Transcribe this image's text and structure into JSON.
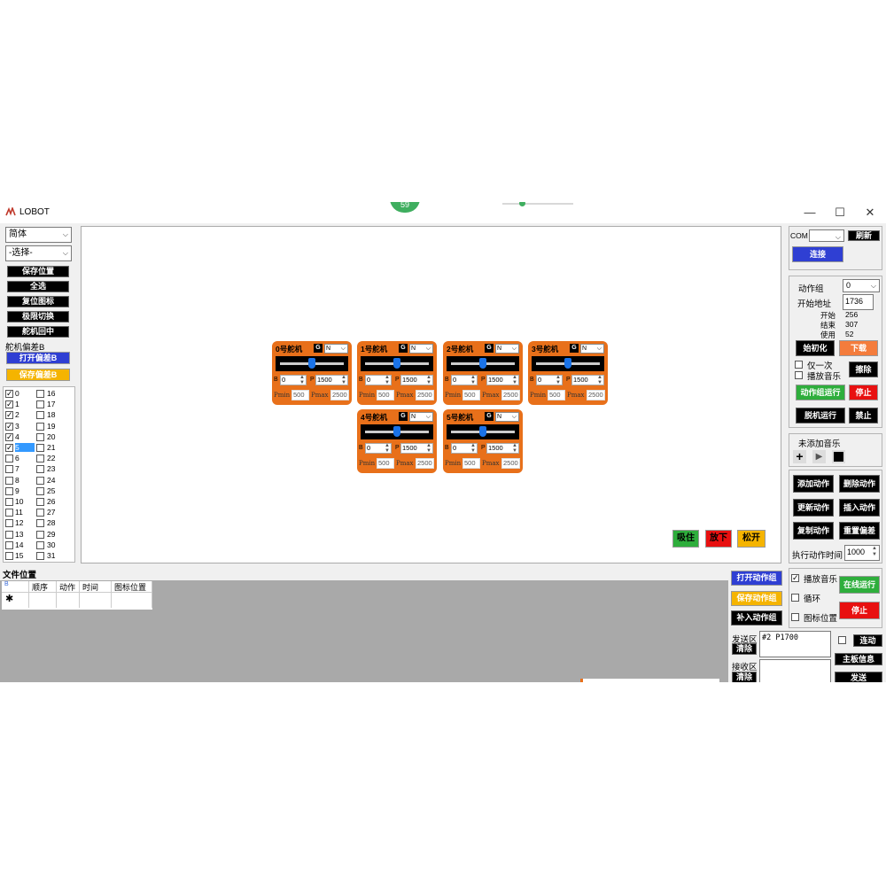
{
  "window": {
    "title": "LOBOT",
    "badge": "59",
    "minimize": "—",
    "maximize": "☐",
    "close": "✕"
  },
  "left": {
    "lang_select": "简体",
    "choose_select": "-选择-",
    "buttons": [
      "保存位置",
      "全选",
      "复位图标",
      "极限切换",
      "舵机回中"
    ],
    "offset_label": "舵机偏差B",
    "open_offset": "打开偏差B",
    "save_offset": "保存偏差B",
    "checklist_left": [
      {
        "n": "0",
        "checked": true
      },
      {
        "n": "1",
        "checked": true
      },
      {
        "n": "2",
        "checked": true
      },
      {
        "n": "3",
        "checked": true
      },
      {
        "n": "4",
        "checked": true
      },
      {
        "n": "5",
        "checked": true
      },
      {
        "n": "6",
        "checked": false
      },
      {
        "n": "7",
        "checked": false
      },
      {
        "n": "8",
        "checked": false
      },
      {
        "n": "9",
        "checked": false
      },
      {
        "n": "10",
        "checked": false
      },
      {
        "n": "11",
        "checked": false
      },
      {
        "n": "12",
        "checked": false
      },
      {
        "n": "13",
        "checked": false
      },
      {
        "n": "14",
        "checked": false
      },
      {
        "n": "15",
        "checked": false
      }
    ],
    "checklist_right": [
      "16",
      "17",
      "18",
      "19",
      "20",
      "21",
      "22",
      "23",
      "24",
      "25",
      "26",
      "27",
      "28",
      "29",
      "30",
      "31"
    ]
  },
  "servos": [
    {
      "name": "0号舵机",
      "g": "G",
      "mode": "N",
      "b": "0",
      "p": "1500",
      "pmin_label": "Pmin",
      "pmin": "500",
      "pmax_label": "Pmax",
      "pmax": "2500"
    },
    {
      "name": "1号舵机",
      "g": "G",
      "mode": "N",
      "b": "0",
      "p": "1500",
      "pmin_label": "Pmin",
      "pmin": "500",
      "pmax_label": "Pmax",
      "pmax": "2500"
    },
    {
      "name": "2号舵机",
      "g": "G",
      "mode": "N",
      "b": "0",
      "p": "1500",
      "pmin_label": "Pmin",
      "pmin": "500",
      "pmax_label": "Pmax",
      "pmax": "2500"
    },
    {
      "name": "3号舵机",
      "g": "G",
      "mode": "N",
      "b": "0",
      "p": "1500",
      "pmin_label": "Pmin",
      "pmin": "500",
      "pmax_label": "Pmax",
      "pmax": "2500"
    },
    {
      "name": "4号舵机",
      "g": "G",
      "mode": "N",
      "b": "0",
      "p": "1500",
      "pmin_label": "Pmin",
      "pmin": "500",
      "pmax_label": "Pmax",
      "pmax": "2500"
    },
    {
      "name": "5号舵机",
      "g": "G",
      "mode": "N",
      "b": "0",
      "p": "1500",
      "pmin_label": "Pmin",
      "pmin": "500",
      "pmax_label": "Pmax",
      "pmax": "2500"
    }
  ],
  "canvas_buttons": {
    "hold": "吸住",
    "release": "放下",
    "loosen": "松开"
  },
  "right": {
    "com_label": "COM",
    "refresh": "刷新",
    "connect": "连接",
    "group_label": "动作组",
    "group_value": "0",
    "start_addr_label": "开始地址",
    "start_addr": "1736",
    "begin_label": "开始",
    "begin": "256",
    "end_label": "结束",
    "end": "307",
    "used_label": "使用",
    "used": "52",
    "init": "始初化",
    "download": "下载",
    "once_label": "仅一次",
    "play_music_label": "播放音乐",
    "erase": "擦除",
    "group_run": "动作组运行",
    "stop": "停止",
    "offline_run": "脱机运行",
    "disable": "禁止",
    "music_label": "未添加音乐",
    "add_action": "添加动作",
    "delete_action": "删除动作",
    "update_action": "更新动作",
    "insert_action": "插入动作",
    "copy_action": "复制动作",
    "reset_offset": "重置偏差",
    "exec_time_label": "执行动作时间",
    "exec_time": "1000",
    "play_music2": "播放音乐",
    "loop": "循环",
    "icon_pos": "图标位置",
    "online_run": "在线运行",
    "stop2": "停止"
  },
  "bottom": {
    "file_pos_label": "文件位置",
    "columns": [
      "顺序",
      "动作",
      "时间",
      "图标位置"
    ],
    "open_group": "打开动作组",
    "save_group": "保存动作组",
    "append_group": "补入动作组",
    "send_area": "发送区",
    "clear1": "清除",
    "recv_area": "接收区",
    "clear2": "清除",
    "send_text": "#2 P1700",
    "continuous": "连动",
    "board_info": "主板信息",
    "send": "发送"
  },
  "colors": {
    "servo_orange": "#e8701a",
    "blue_button": "#2f3fd3",
    "yellow_button": "#f5b400",
    "green_button": "#2eae3c",
    "red_button": "#e81010",
    "orange_button": "#f47c3c"
  }
}
